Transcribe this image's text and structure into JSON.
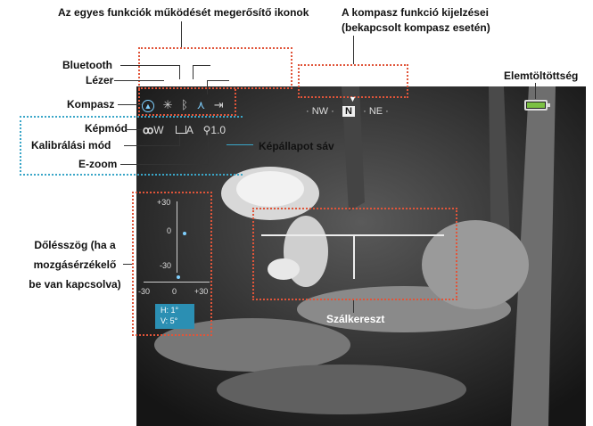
{
  "labels": {
    "icons_header": "Az egyes funkciók működését megerősítő ikonok",
    "bluetooth": "Bluetooth",
    "laser": "Lézer",
    "compass": "Kompasz",
    "image_mode": "Képmód",
    "calibration": "Kalibrálási mód",
    "ezoom": "E-zoom",
    "status_bar": "Képállapot sáv",
    "compass_display_line1": "A kompasz funkció kijelzései",
    "compass_display_line2": "(bekapcsolt kompasz esetén)",
    "battery": "Elemtöltöttség",
    "tilt_line1": "Dőlésszög (ha a",
    "tilt_line2": "mozgásérzékelő",
    "tilt_line3": "be van kapcsolva)",
    "crosshair": "Szálkereszt"
  },
  "hud": {
    "compass_nw": "NW",
    "compass_n": "N",
    "compass_ne": "NE",
    "image_mode_value": "W",
    "calibration_value": "A",
    "zoom_value": "1.0",
    "tilt_top": "+30",
    "tilt_mid": "0",
    "tilt_bottom": "-30",
    "tilt_x_left": "-30",
    "tilt_x_mid": "0",
    "tilt_x_right": "+30",
    "h_value": "H:  1°",
    "v_value": "V:  5°"
  },
  "colors": {
    "annotation_red": "#e0553a",
    "annotation_cyan": "#3aa6c8",
    "battery_fill": "#7bc043",
    "hv_box": "#2b8fb3"
  },
  "icons": [
    "compass-icon",
    "laser-icon",
    "bluetooth-icon",
    "wifi-icon",
    "output-icon",
    "image-mode-icon",
    "calibration-icon",
    "zoom-icon",
    "battery-icon"
  ]
}
